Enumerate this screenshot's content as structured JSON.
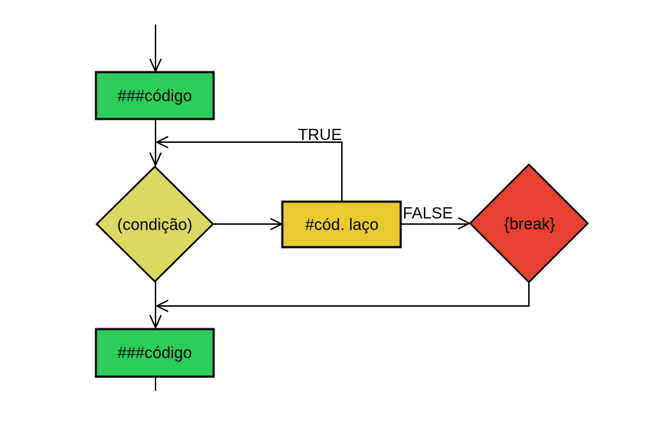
{
  "diagram": {
    "background": "#ffffff",
    "line_color": "#000000",
    "nodes": {
      "code_top": {
        "label": "###código",
        "fill": "#2BCE5A"
      },
      "condition": {
        "label": "(condição)",
        "fill": "#D9DA60"
      },
      "loop_code": {
        "label": "#cód. laço",
        "fill": "#E8CC2E"
      },
      "break_node": {
        "label": "{break}",
        "fill": "#E8412F"
      },
      "code_bottom": {
        "label": "###código",
        "fill": "#2BCE5A"
      }
    },
    "edge_labels": {
      "true_label": "TRUE",
      "false_label": "FALSE"
    }
  }
}
